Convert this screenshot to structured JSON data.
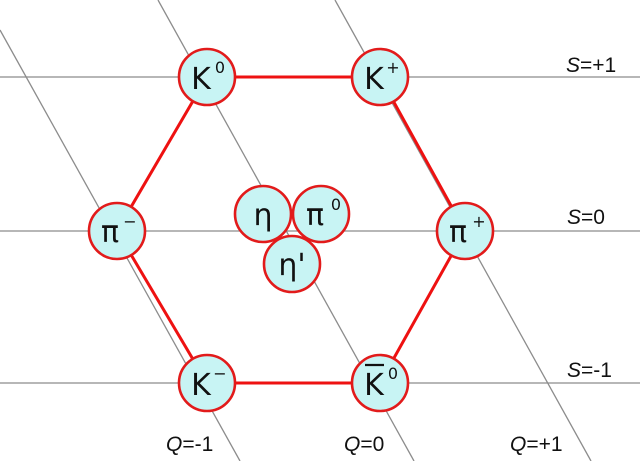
{
  "diagram": {
    "colors": {
      "edge": "#ee1111",
      "node_fill": "#c8f4f4",
      "node_stroke": "#e21b1b",
      "grid": "#8c8c8c"
    },
    "strangeness_labels": [
      {
        "var": "S",
        "value": "=+1"
      },
      {
        "var": "S",
        "value": "=0"
      },
      {
        "var": "S",
        "value": "=-1"
      }
    ],
    "charge_labels": [
      {
        "var": "Q",
        "value": "=-1"
      },
      {
        "var": "Q",
        "value": "=0"
      },
      {
        "var": "Q",
        "value": "=+1"
      }
    ],
    "particles": [
      {
        "name": "K",
        "sup": "0",
        "bar": false
      },
      {
        "name": "K",
        "sup": "+",
        "bar": false
      },
      {
        "name": "π",
        "sup": "−",
        "bar": false
      },
      {
        "name": "π",
        "sup": "+",
        "bar": false
      },
      {
        "name": "K",
        "sup": "−",
        "bar": false
      },
      {
        "name": "K",
        "sup": "0",
        "bar": true
      },
      {
        "name": "η",
        "sup": "",
        "bar": false
      },
      {
        "name": "π",
        "sup": "0",
        "bar": false
      },
      {
        "name": "η'",
        "sup": "",
        "bar": false
      }
    ]
  }
}
